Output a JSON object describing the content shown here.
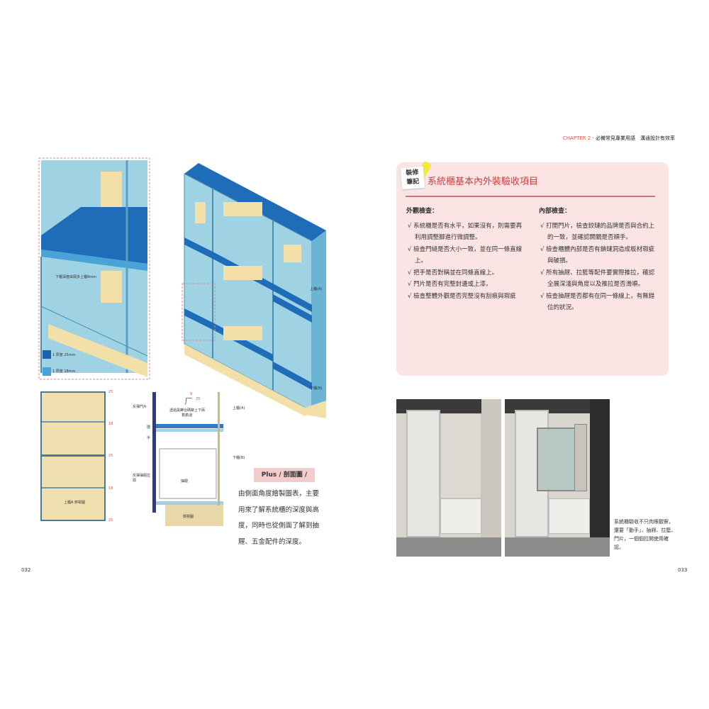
{
  "header": {
    "chapter": "CHAPTER 2",
    "title": "必備常見專業用語　溝通設計有效率"
  },
  "pages": {
    "left": "032",
    "right": "033"
  },
  "iso_left": {
    "note": "下櫃深度由頭多上櫃6mm",
    "legend": [
      {
        "label": "1 厚度 25mm",
        "color": "#1c63ad"
      },
      {
        "label": "1 厚度 18mm",
        "color": "#4aa3d8"
      }
    ]
  },
  "iso_right": {
    "upper": "上櫃(A)",
    "lower": "下櫃(B)"
  },
  "top_view": {
    "dims": [
      "25",
      "18",
      "25",
      "18",
      "25"
    ],
    "label": "上櫃A 俯視圖"
  },
  "side_view": {
    "door": "反彈門片",
    "hidden": "隱",
    "hand": "手",
    "rail": "透過黑蟬合碼鉚上下兩軌軌道",
    "upper": "上櫃(A)",
    "lower": "下櫃(B)",
    "drawer_pull": "反彈抽屜拉頭",
    "drawer": "抽屜",
    "base": "側視圖",
    "profile_dim": "25",
    "profile_top": "9"
  },
  "plus": {
    "label": "Plus / 剖面圖 /",
    "body": "由側面角度繪製圖表，主要用來了解系統櫃的深度與高度，同時也從側面了解到抽屜、五金配件的深度。"
  },
  "note": {
    "tag": [
      "裝修",
      "筆記"
    ],
    "title": "系統櫃基本內外裝驗收項目",
    "outer": {
      "heading": "外觀檢查：",
      "items": [
        "√ 系統櫃是否有水平，如果沒有，則需要再利用調整腳進行微調整。",
        "√ 檢查門縫是否大小一致，並在同一條直線上。",
        "√ 把手是否對稱並在同條直線上。",
        "√ 門片是否有完整封邊或上漆。",
        "√ 檢查整體外觀是否完整沒有刮痕與瑕疵"
      ]
    },
    "inner": {
      "heading": "內部檢查：",
      "items": [
        "√ 打開門片，檢查鉸鏈的品牌是否與合約上的一致，並確認開關是否順手。",
        "√ 檢查櫃體內部是否有鎖鏈洞造成板材瑕疵與破損。",
        "√ 所有抽屜、拉籃等配件要實際推拉，確認全展深淺與角度以及推拉是否滑順。",
        "√ 檢查抽屜是否都有在同一條線上，有無錯位的狀況。"
      ]
    }
  },
  "caption": "系統櫃驗收不只肉眼觀察，還要「動手」，抽屜、拉籃、門片，一個個拉開使用確認。"
}
